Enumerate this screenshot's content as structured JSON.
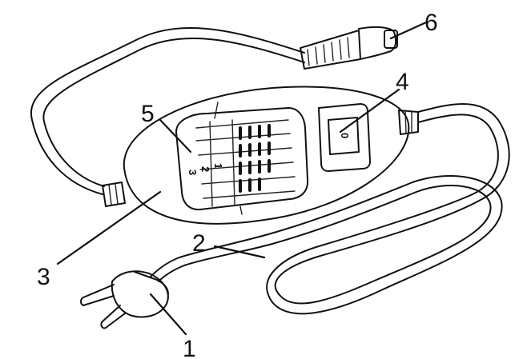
{
  "callouts": [
    {
      "id": "1",
      "label": "1"
    },
    {
      "id": "2",
      "label": "2"
    },
    {
      "id": "3",
      "label": "3"
    },
    {
      "id": "4",
      "label": "4"
    },
    {
      "id": "5",
      "label": "5"
    },
    {
      "id": "6",
      "label": "6"
    }
  ],
  "switch_label": "0",
  "scale_labels": [
    "1",
    "2",
    "3"
  ],
  "colors": {
    "ink": "#111111",
    "background": "#ffffff"
  }
}
